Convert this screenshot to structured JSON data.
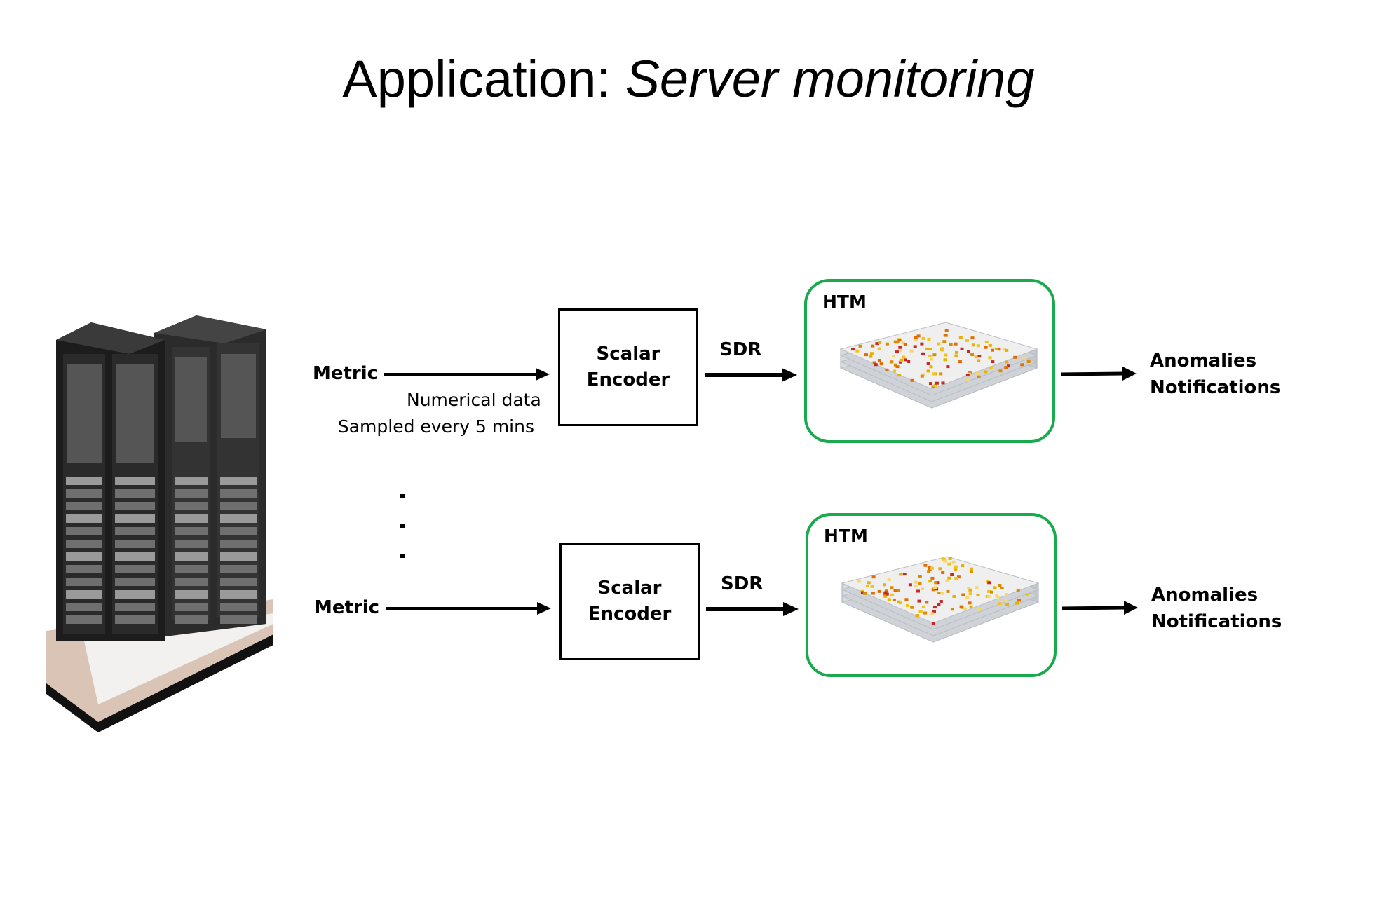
{
  "title": {
    "main": "Application: ",
    "italic": "Server monitoring"
  },
  "rows": [
    {
      "metric": "Metric",
      "note_line1": "Numerical data",
      "note_line2": "Sampled every 5 mins",
      "encoder_line1": "Scalar",
      "encoder_line2": "Encoder",
      "sdr": "SDR",
      "htm": "HTM",
      "out_line1": "Anomalies",
      "out_line2": "Notifications"
    },
    {
      "metric": "Metric",
      "encoder_line1": "Scalar",
      "encoder_line2": "Encoder",
      "sdr": "SDR",
      "htm": "HTM",
      "out_line1": "Anomalies",
      "out_line2": "Notifications"
    }
  ],
  "colors": {
    "htm_border": "#1aaa4e",
    "arrow": "#000000"
  },
  "icons": {
    "server": "server-rack-icon",
    "htm_layer": "htm-cell-grid-icon"
  }
}
